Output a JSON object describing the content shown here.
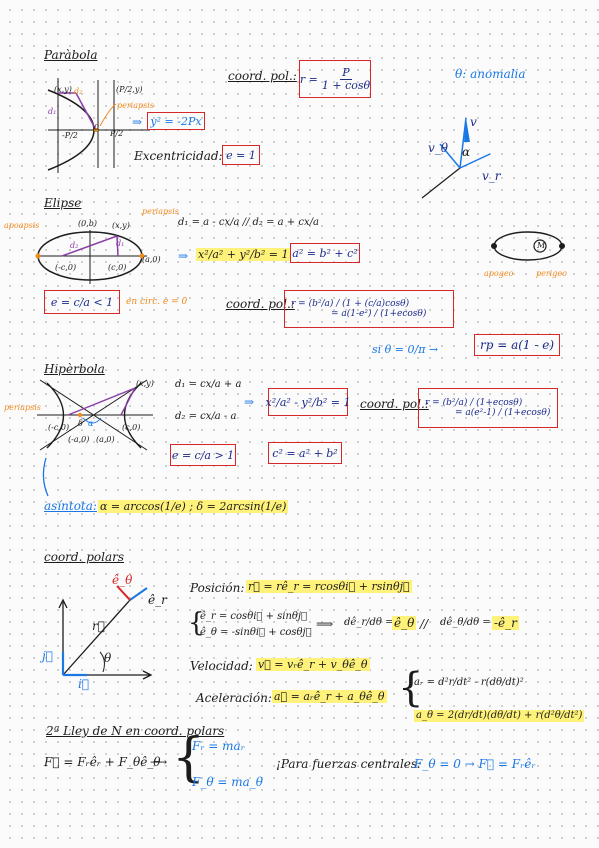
{
  "parabola": {
    "title": "Paràbola",
    "pt_xy": "(x,y)",
    "pt_p2y": "(P/2,y)",
    "d1": "d₁",
    "d2": "d₂",
    "periapsis": "periapsis",
    "neg_p2": "-P/2",
    "p2": "P/2",
    "zero": "0",
    "equation": "y² = -2Px",
    "coord_pol": "coord. pol.:",
    "r_num": "P",
    "r_den": "1 + cosθ",
    "anomalia": "θ: anomalia",
    "ecc_label": "Excentricidad:",
    "ecc_value": "e = 1",
    "v_label": "v",
    "vtheta_label": "v_θ",
    "alpha_label": "α",
    "vr_label": "v_r"
  },
  "elipse": {
    "title": "Elipse",
    "apoapsis": "apoapsis",
    "periapsis": "periapsis",
    "pt_0b": "(0,b)",
    "pt_xy": "(x,y)",
    "pt_mc0": "(-c,0)",
    "pt_c0": "(c,0)",
    "pt_a0": "(a,0)",
    "d1": "d₁",
    "d2": "d₂",
    "d_eq": "d₁ = a - cx/a // d₂ = a + cx/a",
    "eq1": "x²/a² + y²/b² = 1",
    "eq2": "a² = b² + c²",
    "ecc": "e = c/a < 1",
    "circ_note": "en circ. e = 0",
    "coord_pol": "coord. pol.:",
    "r1": "r = (b²/a) / (1 + (c/a)cosθ)",
    "r2": "= a(1-e²) / (1+ecosθ)",
    "si_note": "si θ = 0/π →",
    "rp": "rp = a(1 - e)",
    "M": "M",
    "apogeo": "apogeo",
    "perigeo": "perigeo"
  },
  "hiperbola": {
    "title": "Hipèrbola",
    "periapsis": "periapsis",
    "pt_xy": "(x,y)",
    "pt_mc0": "(-c,0)",
    "pt_ma0": "(-a,0)",
    "pt_a0": "(a,0)",
    "pt_c0": "(c,0)",
    "d1_eq": "d₁ = cx/a + a",
    "d2_eq": "d₂ = cx/a - a",
    "eq1": "x²/a² - y²/b² = 1",
    "ecc": "e = c/a > 1",
    "eq2": "c² = a² + b²",
    "coord_pol": "coord. pol.:",
    "r1": "r = (b²/a) / (1+ecosθ)",
    "r2": "= a(e²-1) / (1+ecosθ)",
    "asintota_label": "asíntota:",
    "asintota_eq": "α = arccos(1/e)  ;  δ = 2arcsin(1/e)",
    "alpha": "α",
    "delta": "δ"
  },
  "polar": {
    "title": "coord. polars",
    "etheta": "ê_θ",
    "er": "ê_r",
    "r_vec": "r⃗",
    "theta": "θ",
    "j": "j⃗",
    "i": "i⃗",
    "pos_label": "Posición:",
    "pos_eq": "r⃗ = rê_r = rcosθi⃗ + rsinθj⃗",
    "basis1": "ê_r = cosθi⃗ + sinθj⃗",
    "basis2": "ê_θ = -sinθi⃗ + cosθj⃗",
    "deriv1_a": "dê_r/dθ =",
    "deriv1_b": "ê_θ",
    "deriv_sep": "//",
    "deriv2_a": "dê_θ/dθ =",
    "deriv2_b": "-ê_r",
    "vel_label": "Velocidad:",
    "vel_eq": "v⃗ = vᵣê_r + v_θê_θ",
    "acc_label": "Aceleración:",
    "acc_eq": "a⃗ = aᵣê_r + a_θê_θ",
    "ar_eq": "aᵣ = d²r/dt² - r(dθ/dt)²",
    "atheta_eq": "a_θ = 2(dr/dt)(dθ/dt) + r(d²θ/dt²)"
  },
  "newton": {
    "title": "2ª Lley de N en coord. polars",
    "force_eq": "F⃗ = Fᵣêᵣ + F_θê_θ",
    "arrow": "⟶",
    "fr": "Fᵣ = maᵣ",
    "ftheta": "F_θ = ma_θ",
    "central_label": "¡Para fuerzas centrales:",
    "central_eq": "F_θ = 0 → F⃗ = Fᵣêᵣ"
  },
  "colors": {
    "ink": "#1c1c1c",
    "red_box": "#d62828",
    "blue": "#1a78e6",
    "orange": "#f08a1c",
    "purple": "#8a3ea8",
    "highlight": "#fff27a",
    "navy": "#1a2a8a"
  }
}
